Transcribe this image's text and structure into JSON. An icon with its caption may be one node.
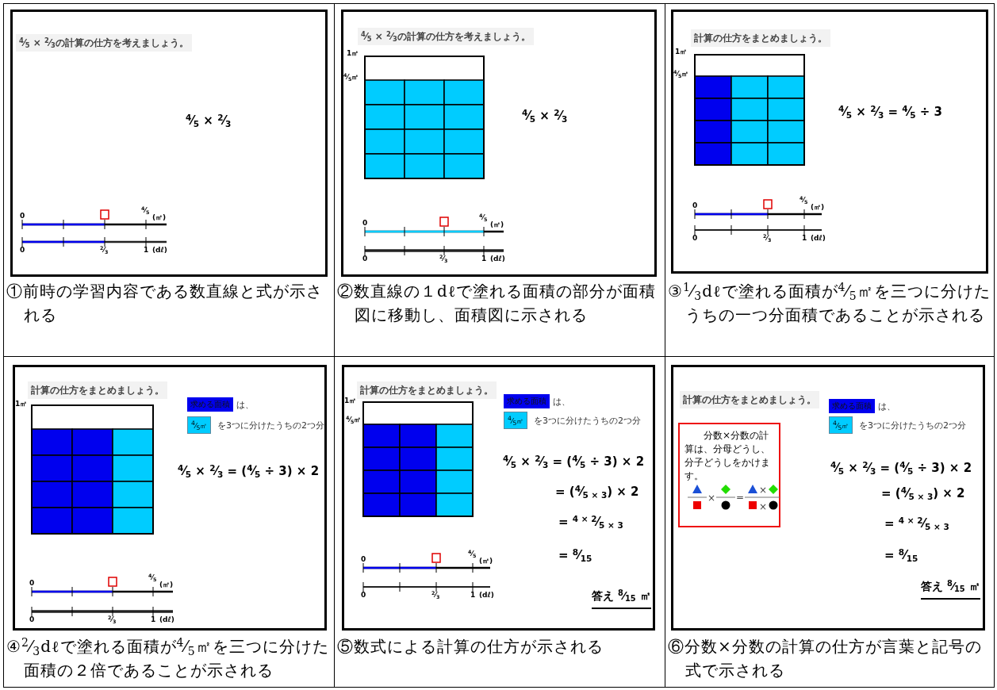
{
  "diagram": {
    "nodes": [
      {
        "text": [
          "$^{4}$⁄$_{5}$ × $^{2}$⁄$_{3}$の計算の仕方を考えましょう。",
          "$^{4}$⁄$_{5}$ × $^{2}$⁄$_{3}$",
          "0",
          "$^{4}$⁄$_{5}$",
          "(㎡)",
          "0",
          "$^{2}$⁄$_{3}$",
          "1",
          "(dℓ)"
        ]
      },
      {
        "text": [
          "$^{4}$⁄$_{5}$ × $^{2}$⁄$_{3}$の計算の仕方を考えましょう。",
          "1㎡",
          "$^{4}$⁄$_{5}$㎡",
          "$^{4}$⁄$_{5}$ × $^{2}$⁄$_{3}$",
          "0",
          "$^{4}$⁄$_{5}$",
          "(㎡)",
          "0",
          "$^{2}$⁄$_{3}$",
          "1",
          "(dℓ)"
        ]
      },
      {
        "text": [
          "計算の仕方をまとめましょう。",
          "1㎡",
          "$^{4}$⁄$_{5}$㎡",
          "$^{4}$⁄$_{5}$ × $^{2}$⁄$_{3}$ = $^{4}$⁄$_{5}$ ÷ 3",
          "0",
          "$^{4}$⁄$_{5}$",
          "(㎡)",
          "0",
          "$^{2}$⁄$_{3}$",
          "1",
          "(dℓ)"
        ]
      },
      {
        "text": [
          "計算の仕方をまとめましょう。",
          "1㎡",
          "$^{4}$⁄$_{5}$ × $^{2}$⁄$_{3}$ = ($^{4}$⁄$_{5}$ ÷ 3) × 2",
          "0",
          "$^{4}$⁄$_{5}$",
          "(㎡)",
          "0",
          "$^{2}$⁄$_{3}$",
          "1",
          "(dℓ)"
        ]
      },
      {
        "text": [
          "求める面積"
        ],
        "beside": [
          "は、"
        ],
        "in": 3
      },
      {
        "text": [
          "$^{4}$⁄$_{5}$㎡"
        ],
        "beside": [
          "を3つに分けたうちの2つ分"
        ],
        "in": 3
      },
      {
        "text": [
          "計算の仕方をまとめましょう。",
          "1㎡",
          "$^{4}$⁄$_{5}$㎡",
          "$^{4}$⁄$_{5}$ × $^{2}$⁄$_{3}$ = ($^{4}$⁄$_{5}$ ÷ 3) × 2",
          "= ($^{4}$⁄$_{5 × 3}$) × 2",
          "= $^{4 × 2}$⁄$_{5 × 3}$",
          "= $^{8}$⁄$_{15}$",
          "答え $^{8}$⁄$_{15}$ ㎡",
          "0",
          "$^{4}$⁄$_{5}$",
          "(㎡)",
          "0",
          "$^{2}$⁄$_{3}$",
          "1",
          "(dℓ)"
        ]
      },
      {
        "text": [
          "求める面積"
        ],
        "beside": [
          "は、"
        ],
        "in": 6
      },
      {
        "text": [
          "$^{4}$⁄$_{5}$㎡"
        ],
        "beside": [
          "を3つに分けたうちの2つ分"
        ],
        "in": 6
      },
      {
        "text": [
          "計算の仕方をまとめましょう。",
          "$^{4}$⁄$_{5}$ × $^{2}$⁄$_{3}$ = ($^{4}$⁄$_{5}$ ÷ 3) × 2",
          "= ($^{4}$⁄$_{5 × 3}$) × 2",
          "= $^{4 × 2}$⁄$_{5 × 3}$",
          "= $^{8}$⁄$_{15}$",
          "答え $^{8}$⁄$_{15}$ ㎡"
        ]
      },
      {
        "text": [
          "求める面積"
        ],
        "beside": [
          "は、"
        ],
        "in": 9
      },
      {
        "text": [
          "$^{4}$⁄$_{5}$㎡"
        ],
        "beside": [
          "を3つに分けたうちの2つ分"
        ],
        "in": 9
      },
      {
        "text": [
          "分数×分数の計算は、分母どうし、分子どうしをかけます。",
          "×",
          "=",
          "×",
          "×"
        ],
        "in": 9
      }
    ],
    "labels": [
      "①前時の学習内容である数直線と式が示される",
      "②数直線の１dℓで塗れる面積の部分が面積図に移動し、面積図に示される",
      "③$^{1}$⁄$_{3}$dℓで塗れる面積が$^{4}$⁄$_{5}$㎡を三つに分けたうちの一つ分面積であることが示される",
      "④$^{2}$⁄$_{3}$dℓで塗れる面積が$^{4}$⁄$_{5}$㎡を三つに分けた面積の２倍であることが示される",
      "⑤数式による計算の仕方が示される",
      "⑥分数×分数の計算の仕方が言葉と記号の式で示される"
    ]
  }
}
